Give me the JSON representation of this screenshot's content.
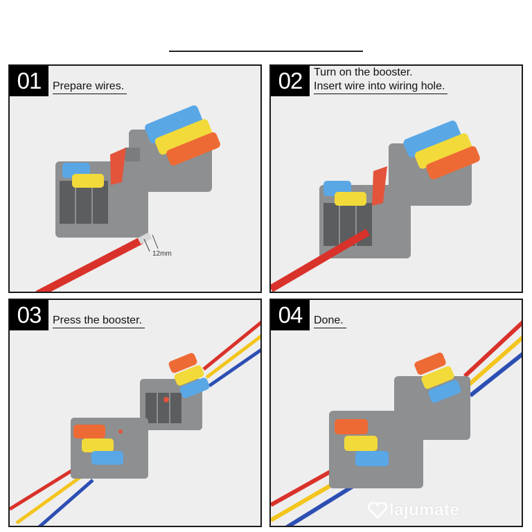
{
  "steps": [
    {
      "number": "01",
      "caption_lines": [
        "Prepare wires."
      ],
      "measure_label": "12mm"
    },
    {
      "number": "02",
      "caption_lines": [
        "Turn on the booster.",
        "Insert wire into wiring hole."
      ]
    },
    {
      "number": "03",
      "caption_lines": [
        "Press the booster."
      ]
    },
    {
      "number": "04",
      "caption_lines": [
        "Done."
      ]
    }
  ],
  "watermark": {
    "name": "lajumate",
    "suffix": ".ro"
  },
  "colors": {
    "connector_body": "#8d8f91",
    "lever_blue": "#5aa7e6",
    "lever_yellow": "#f2da3a",
    "lever_orange": "#ee6a35",
    "wire_red": "#d9322b",
    "wire_yellow": "#f3c51d",
    "wire_blue": "#2d4fb3",
    "booster_red": "#e3543b"
  }
}
